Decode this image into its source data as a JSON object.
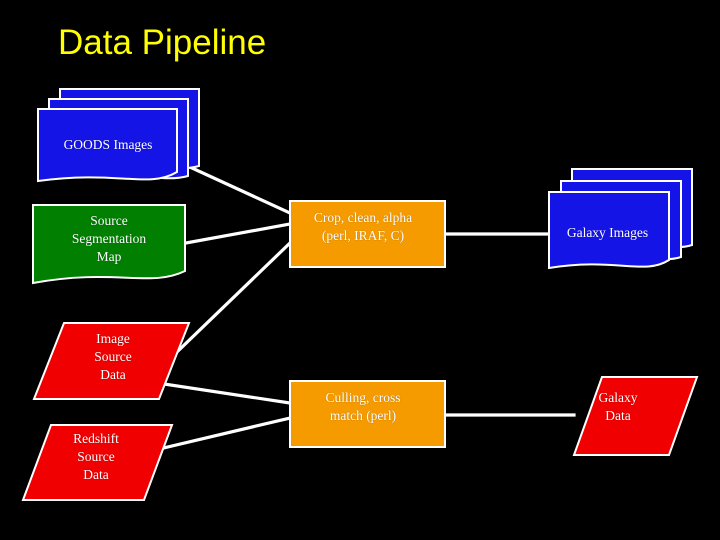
{
  "slide": {
    "title": "Data Pipeline",
    "background_color": "#000000",
    "title_color": "#FFFF00"
  },
  "palette": {
    "blue": "#1414E6",
    "green": "#007F00",
    "orange": "#F59B00",
    "red": "#F00000",
    "outline": "#FFFFFF",
    "connector": "#FFFFFF",
    "label": "#FFFFFF"
  },
  "diagram": {
    "type": "flowchart",
    "nodes": [
      {
        "id": "goods-images",
        "label": "GOODS Images",
        "shape": "stacked-document",
        "color": "#1414E6",
        "stack_count": 3
      },
      {
        "id": "source-segmentation-map",
        "label": "Source\nSegmentation\nMap",
        "shape": "document",
        "color": "#007F00",
        "stack_count": 1
      },
      {
        "id": "image-source-data",
        "label": "Image\nSource\nData",
        "shape": "parallelogram",
        "color": "#F00000",
        "stack_count": 1
      },
      {
        "id": "redshift-source-data",
        "label": "Redshift\nSource\nData",
        "shape": "parallelogram",
        "color": "#F00000",
        "stack_count": 1
      },
      {
        "id": "crop-clean-alpha",
        "label": "Crop, clean, alpha\n(perl, IRAF, C)",
        "shape": "rectangle",
        "color": "#F59B00",
        "stack_count": 1
      },
      {
        "id": "culling-cross-match",
        "label": "Culling, cross\nmatch (perl)",
        "shape": "rectangle",
        "color": "#F59B00",
        "stack_count": 1
      },
      {
        "id": "galaxy-images",
        "label": "Galaxy Images",
        "shape": "stacked-document",
        "color": "#1414E6",
        "stack_count": 3
      },
      {
        "id": "galaxy-data",
        "label": "Galaxy\nData",
        "shape": "parallelogram",
        "color": "#F00000",
        "stack_count": 1
      }
    ],
    "edges": [
      {
        "from": "goods-images",
        "to": "crop-clean-alpha"
      },
      {
        "from": "source-segmentation-map",
        "to": "crop-clean-alpha"
      },
      {
        "from": "image-source-data",
        "to": "crop-clean-alpha"
      },
      {
        "from": "crop-clean-alpha",
        "to": "galaxy-images"
      },
      {
        "from": "image-source-data",
        "to": "culling-cross-match"
      },
      {
        "from": "redshift-source-data",
        "to": "culling-cross-match"
      },
      {
        "from": "culling-cross-match",
        "to": "galaxy-data"
      }
    ]
  }
}
